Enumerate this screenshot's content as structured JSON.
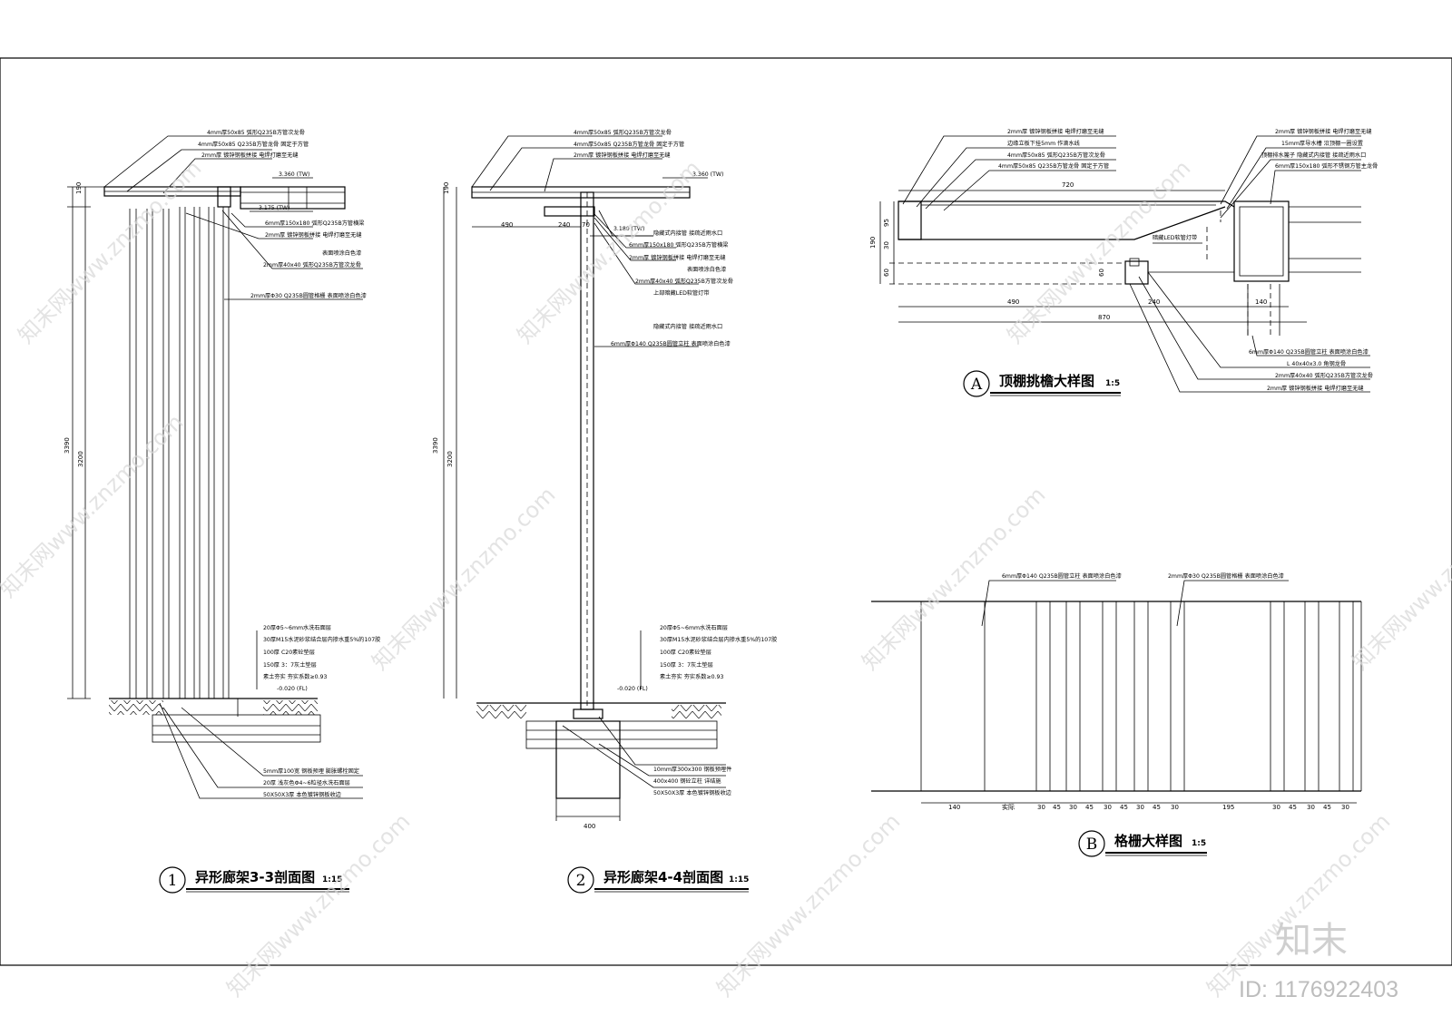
{
  "drawing1": {
    "number": "1",
    "title": "异形廊架3-3剖面图",
    "scale": "1:15",
    "top_notes": [
      "4mm厚50x85 弧形Q235B方管次龙骨",
      "4mm厚50x85 Q235B方管龙骨 固定于方管",
      "2mm厚 镀锌钢板拼接 电焊打磨至无缝"
    ],
    "level_top": "3.360 (TW)",
    "level_mid": "3.175 (TW)",
    "mid_notes": [
      "6mm厚150x180 弧形Q235B方管横梁",
      "2mm厚 镀锌钢板拼接 电焊打磨至无缝",
      "表面喷涂白色漆",
      "2mm厚40x40 弧形Q235B方管次龙骨",
      "2mm厚Φ30 Q235B圆管格栅 表面喷涂白色漆"
    ],
    "dims": [
      "190",
      "3390",
      "3200"
    ],
    "floor_notes": [
      "20厚Φ5~6mm水洗石面层",
      "30厚M15水泥砂浆结合层内掺水重5%的107胶",
      "100厚 C20素砼垫层",
      "150厚 3：7灰土垫层",
      "素土夯实 夯实系数≥0.93",
      "-0.020 (FL)"
    ],
    "bottom_notes": [
      "5mm厚100宽 钢板预埋 膨胀螺栓固定",
      "20厚  浅灰色Φ4~6粒径水洗石面层",
      "50X50X3厚 本色镀锌钢板收边"
    ]
  },
  "drawing2": {
    "number": "2",
    "title": "异形廊架4-4剖面图",
    "scale": "1:15",
    "top_notes": [
      "4mm厚50x85 弧形Q235B方管次龙骨",
      "4mm厚50x85 Q235B方管龙骨 固定于方管",
      "2mm厚 镀锌钢板拼接 电焊打磨至无缝"
    ],
    "level_top": "3.360 (TW)",
    "level_mid": "3.180 (TW)",
    "dims": [
      "190",
      "490",
      "240",
      "70",
      "3390",
      "3200",
      "400"
    ],
    "mid_notes": [
      "隐藏式内接管 接疏近雨水口",
      "6mm厚150x180 弧形Q235B方管横梁",
      "2mm厚 镀锌钢板拼接 电焊打磨至无缝",
      "表面喷涂白色漆",
      "2mm厚40x40 弧形Q235B方管次龙骨",
      "上部暗藏LED软管灯带",
      "隐藏式内接管 接疏近雨水口",
      "6mm厚Φ140 Q235B圆管立柱 表面喷涂白色漆"
    ],
    "floor_notes": [
      "20厚Φ5~6mm水洗石面层",
      "30厚M15水泥砂浆结合层内掺水重5%的107胶",
      "100厚 C20素砼垫层",
      "150厚 3：7灰土垫层",
      "素土夯实 夯实系数≥0.93",
      "-0.020 (FL)"
    ],
    "bottom_notes": [
      "10mm厚300x300 钢板预埋件",
      "400x400 钢砼立柱 详结施",
      "50X50X3厚 本色镀锌钢板收边"
    ]
  },
  "detailA": {
    "letter": "A",
    "title": "顶棚挑檐大样图",
    "scale": "1:5",
    "notes_left": [
      "2mm厚 镀锌钢板拼接 电焊打磨至无缝",
      "边缘立板下挂5mm 作滴水线",
      "4mm厚50x85 弧形Q235B方管次龙骨",
      "4mm厚50x85 Q235B方管龙骨 固定于方管"
    ],
    "notes_right": [
      "2mm厚 镀锌钢板拼接 电焊打磨至无缝",
      "15mm厚导水槽 沿顶棚一圈设置",
      "顶棚排水篦子 隐藏式内接管 接疏近雨水口",
      "6mm厚150x180 弧形不锈钢方管主龙骨"
    ],
    "led_label": "暗藏LED软管灯带",
    "dims": [
      "720",
      "95",
      "190",
      "30",
      "60",
      "60",
      "490",
      "240",
      "870",
      "140"
    ],
    "bottom_notes": [
      "6mm厚Φ140 Q235B圆管立柱 表面喷涂白色漆",
      "L 40x40x3.0 角钢龙骨",
      "2mm厚40x40 弧形Q235B方管次龙骨",
      "2mm厚 镀锌钢板拼接 电焊打磨至无缝"
    ]
  },
  "detailB": {
    "letter": "B",
    "title": "格栅大样图",
    "scale": "1:5",
    "note_left": "6mm厚Φ140 Q235B圆管立柱 表面喷涂白色漆",
    "note_right": "2mm厚Φ30 Q235B圆管格栅 表面喷涂白色漆",
    "dims": [
      "140",
      "实际",
      "30",
      "45",
      "30",
      "45",
      "30",
      "45",
      "30",
      "45",
      "30",
      "195",
      "30",
      "45",
      "30",
      "45",
      "30"
    ]
  },
  "watermark": {
    "text": "知末网www.znzmo.com",
    "logo": "知末",
    "id": "ID: 1176922403"
  }
}
